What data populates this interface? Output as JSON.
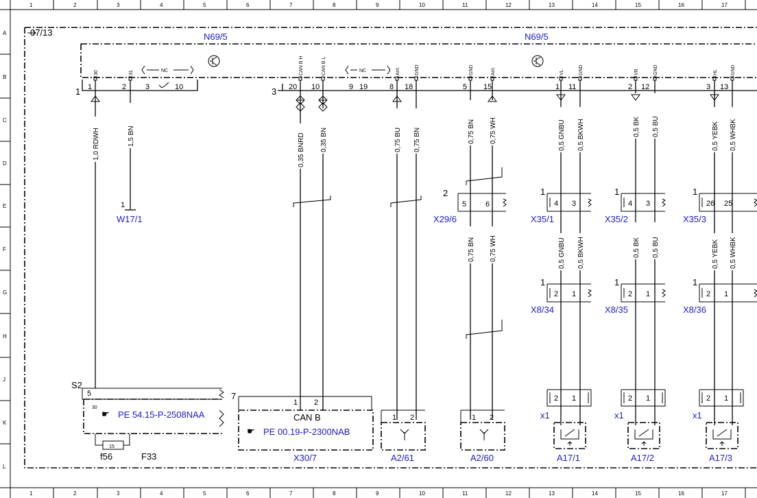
{
  "grid": {
    "columns": [
      "1",
      "2",
      "3",
      "4",
      "5",
      "6",
      "7",
      "8",
      "9",
      "10",
      "11",
      "12",
      "13",
      "14",
      "15",
      "16",
      "17"
    ],
    "rows": [
      "A",
      "B",
      "C",
      "D",
      "E",
      "F",
      "G",
      "H",
      "J",
      "K",
      "L"
    ]
  },
  "ref_arrow": "07/13",
  "modules": {
    "left_title": "N69/5",
    "right_title": "N69/5"
  },
  "header_pins": [
    "30",
    "31",
    "CAN B H",
    "CAN B L",
    "Ant.",
    "GND",
    "GND",
    "Ant.",
    "VL",
    "GND",
    "VR",
    "GND",
    "HL",
    "GND"
  ],
  "nc": "NC",
  "bus_pins": {
    "c1": "1",
    "p1": "1",
    "p2": "2",
    "p3": "3",
    "p10": "10",
    "c3": "3",
    "p20": "20",
    "p10b": "10",
    "p9": "9",
    "p19": "19",
    "p8": "8",
    "p18": "18",
    "p5": "5",
    "p15": "15",
    "p1b": "1",
    "p11": "11",
    "p2b": "2",
    "p12": "12",
    "p3b": "3",
    "p13": "13"
  },
  "wires": [
    "1,0 RDWH",
    "1,5 BN",
    "0,35 BNRD",
    "0,35 BN",
    "0,75 BU",
    "0,75 BN",
    "0,75 BN",
    "0,75 WH",
    "0,5 GNBU",
    "0,5 BKWH",
    "0,5 BK",
    "0,5 BU",
    "0,5 YEBK",
    "0,5 WHBK"
  ],
  "wires_lower": [
    "0,75 BN",
    "0,75 WH",
    "0,5 GNBU",
    "0,5 BKWH",
    "0,5 BK",
    "0,5 BU",
    "0,5 YEBK",
    "0,5 WHBK"
  ],
  "connectors": {
    "w17": {
      "name": "W17/1",
      "pin": "1"
    },
    "x29": {
      "name": "X29/6",
      "num": "2",
      "p5": "5",
      "p6": "6"
    },
    "x35_1": {
      "name": "X35/1",
      "num": "1",
      "a": "4",
      "b": "3"
    },
    "x35_2": {
      "name": "X35/2",
      "num": "1",
      "a": "4",
      "b": "3"
    },
    "x35_3": {
      "name": "X35/3",
      "num": "1",
      "a": "26",
      "b": "25"
    },
    "x8_34": {
      "name": "X8/34",
      "num": "1",
      "a": "2",
      "b": "1"
    },
    "x8_35": {
      "name": "X8/35",
      "num": "1",
      "a": "2",
      "b": "1"
    },
    "x8_36": {
      "name": "X8/36",
      "num": "1",
      "a": "2",
      "b": "1"
    }
  },
  "s2": {
    "label": "S2",
    "pin5": "5",
    "pin30": "30",
    "ref": "PE 54.15-P-2508NAA",
    "fuse": "15",
    "fuse_name": "f56",
    "fuse_box": "F33"
  },
  "x30": {
    "num": "7",
    "p1": "1",
    "p2": "2",
    "title": "CAN B",
    "ref": "PE 00.19-P-2300NAB",
    "name": "X30/7"
  },
  "antennas": [
    {
      "name": "A2/61",
      "p1": "1",
      "p2": "2"
    },
    {
      "name": "A2/60",
      "p1": "1",
      "p2": "2"
    }
  ],
  "speakers": [
    {
      "name": "A17/1",
      "x": "x1",
      "a": "2",
      "b": "1"
    },
    {
      "name": "A17/2",
      "x": "x1",
      "a": "2",
      "b": "1"
    },
    {
      "name": "A17/3",
      "x": "x1",
      "a": "2",
      "b": "1"
    }
  ]
}
